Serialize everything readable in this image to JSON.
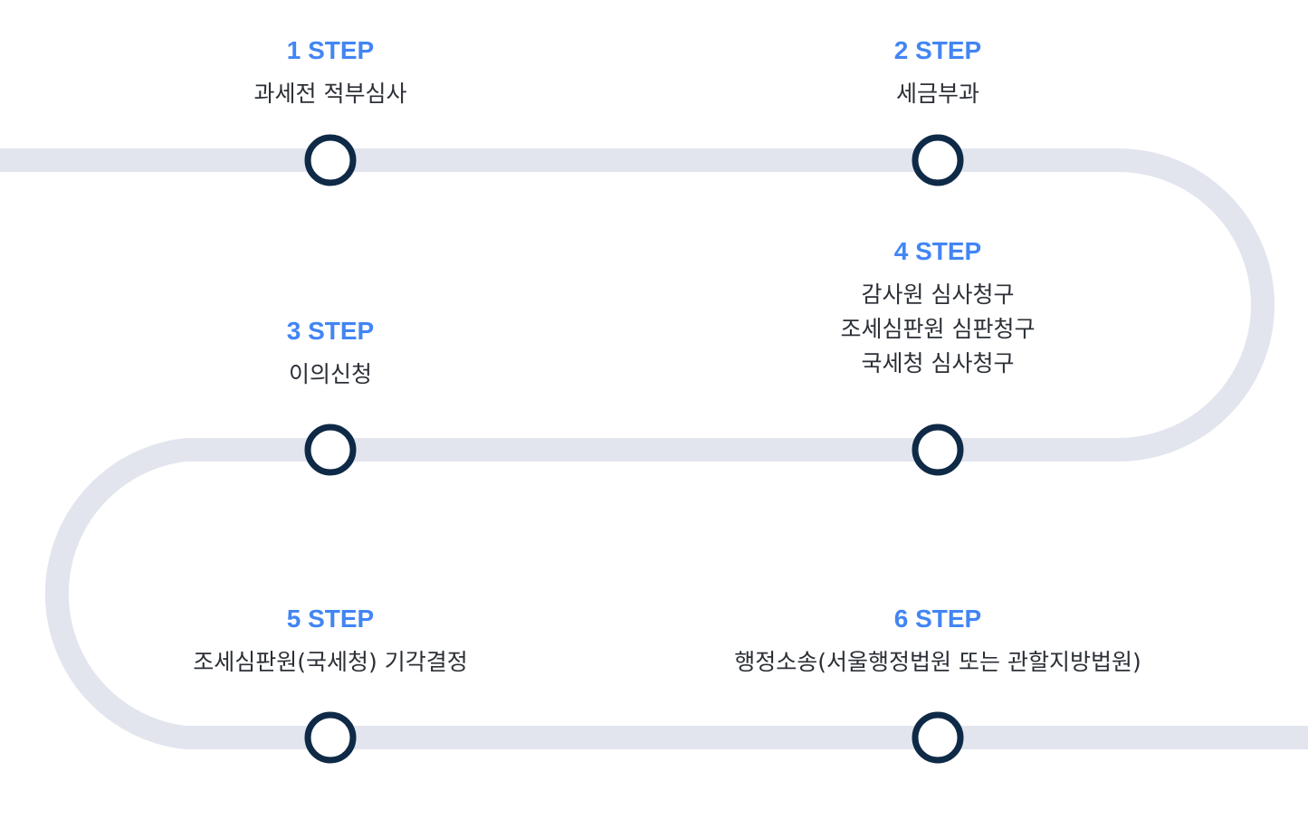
{
  "colors": {
    "track": "#e2e5ee",
    "node_stroke": "#0f2a47",
    "node_fill": "#ffffff",
    "step_label": "#4285f4",
    "description": "#2b2f36",
    "background": "#ffffff"
  },
  "steps": [
    {
      "label": "1 STEP",
      "description": "과세전 적부심사"
    },
    {
      "label": "2 STEP",
      "description": "세금부과"
    },
    {
      "label": "3 STEP",
      "description": "이의신청"
    },
    {
      "label": "4 STEP",
      "description": "감사원 심사청구\n조세심판원 심판청구\n국세청 심사청구"
    },
    {
      "label": "5 STEP",
      "description": "조세심판원(국세청) 기각결정"
    },
    {
      "label": "6 STEP",
      "description": "행정소송(서울행정법원 또는 관할지방법원)"
    }
  ]
}
